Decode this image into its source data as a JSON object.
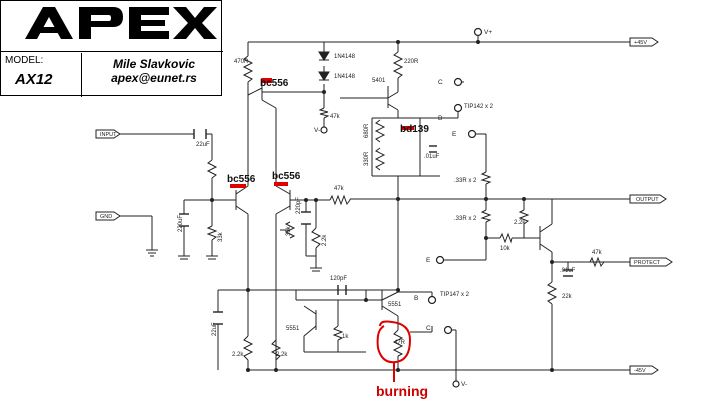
{
  "title_block": {
    "logo_text": "APEX",
    "model_label": "MODEL:",
    "model_value": "AX12",
    "author_name": "Mile Slavkovic",
    "author_email": "apex@eunet.rs"
  },
  "ports": {
    "input": "INPUT",
    "gnd": "GND",
    "output": "OUTPUT",
    "protect": "PROTECT",
    "vplus_rail": "+45V",
    "vminus_rail": "-45V"
  },
  "nodes": {
    "vplus": "V+",
    "vminus": "V-",
    "vminus_left": "V-",
    "B_top": "B",
    "C_top": "C",
    "E_top": "E",
    "E_mid": "E",
    "B_bot": "B",
    "C_bot": "C"
  },
  "components": {
    "r470": "470R",
    "d1": "1N4148",
    "d2": "1N4148",
    "r220": "220R",
    "t5401": "5401",
    "r47k_top": "47k",
    "c22u": "22uF",
    "tip142": "TIP142 x 2",
    "r680": "680R",
    "r330": "330R",
    "c01_top": ".01uF",
    "r33a": ".33R x 2",
    "r33b": ".33R x 2",
    "r22k_right": "2.2k",
    "r10k": "10k",
    "c01_right": ".01uF",
    "r47k_protect": "47k",
    "r22k_far": "22k",
    "r47k_fb": "47k",
    "c220p": "220pF",
    "r22k_fb": "2.2k",
    "r33k": "33k",
    "c220u": "220uF",
    "r33k_b": "33k",
    "c120p": "120pF",
    "t5551_top": "5551",
    "tip147": "TIP147 x 2",
    "t5551_left": "5551",
    "r1k": "1k",
    "r47r": "47R",
    "c22u_b": "22uF",
    "r22k_b1": "2.2k",
    "r22k_b2": "2.2k"
  },
  "annotations": {
    "bc556_top": "bc556",
    "bd139": "bd139",
    "bc556_left": "bc556",
    "bc556_right": "bc556",
    "burning": "burning"
  },
  "colors": {
    "wire": "#222222",
    "annotation_red": "#dd0000"
  }
}
